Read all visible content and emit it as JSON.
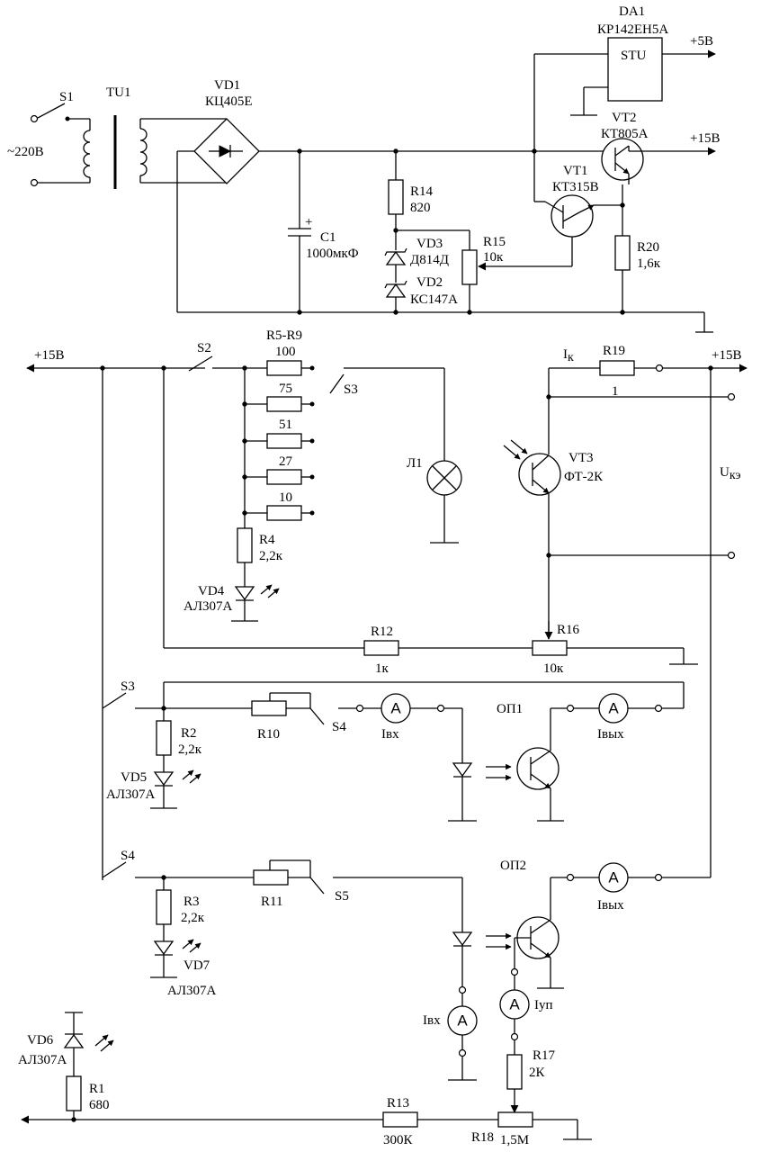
{
  "components": {
    "DA1": {
      "ref": "DA1",
      "type": "КР142ЕН5А",
      "block": "STU"
    },
    "S1": {
      "ref": "S1"
    },
    "mains": {
      "label": "~220В"
    },
    "TU1": {
      "ref": "TU1"
    },
    "VD1": {
      "ref": "VD1",
      "type": "КЦ405Е"
    },
    "C1": {
      "ref": "C1",
      "value": "1000мкФ",
      "polarity": "+"
    },
    "R14": {
      "ref": "R14",
      "value": "820"
    },
    "VD3": {
      "ref": "VD3",
      "type": "Д814Д"
    },
    "VD2": {
      "ref": "VD2",
      "type": "КС147А"
    },
    "R15": {
      "ref": "R15",
      "value": "10к"
    },
    "VT1": {
      "ref": "VT1",
      "type": "КТ315В"
    },
    "VT2": {
      "ref": "VT2",
      "type": "КТ805А"
    },
    "R20": {
      "ref": "R20",
      "value": "1,6к"
    },
    "out5": {
      "label": "+5В"
    },
    "out15a": {
      "label": "+15В"
    },
    "S2": {
      "ref": "S2"
    },
    "rail_left": {
      "label": "+15В"
    },
    "R5R9": {
      "ref": "R5-R9",
      "values": [
        "100",
        "75",
        "51",
        "27",
        "10"
      ]
    },
    "S3a": {
      "ref": "S3"
    },
    "L1": {
      "ref": "Л1"
    },
    "R4": {
      "ref": "R4",
      "value": "2,2к"
    },
    "VD4": {
      "ref": "VD4",
      "type": "АЛ307А"
    },
    "Ik": {
      "label": "I",
      "sub": "к"
    },
    "R19": {
      "ref": "R19",
      "value": "1"
    },
    "rail_right": {
      "label": "+15В"
    },
    "VT3": {
      "ref": "VT3",
      "type": "ФТ-2К"
    },
    "Uke": {
      "label": "U",
      "sub": "кэ"
    },
    "R12": {
      "ref": "R12",
      "value": "1к"
    },
    "R16": {
      "ref": "R16",
      "value": "10к"
    },
    "S3b": {
      "ref": "S3"
    },
    "R2": {
      "ref": "R2",
      "value": "2,2к"
    },
    "VD5": {
      "ref": "VD5",
      "type": "АЛ307А"
    },
    "R10": {
      "ref": "R10"
    },
    "S4a": {
      "ref": "S4"
    },
    "meter": {
      "symbol": "A"
    },
    "Ivx": {
      "label": "Iвх"
    },
    "OP1": {
      "ref": "ОП1"
    },
    "Ivyx": {
      "label": "Iвых"
    },
    "S4b": {
      "ref": "S4"
    },
    "R3": {
      "ref": "R3",
      "value": "2,2к"
    },
    "VD7": {
      "ref": "VD7",
      "type": "АЛ307А"
    },
    "R11": {
      "ref": "R11"
    },
    "S5": {
      "ref": "S5"
    },
    "OP2": {
      "ref": "ОП2"
    },
    "Iup": {
      "label": "Iуп"
    },
    "R17": {
      "ref": "R17",
      "value": "2К"
    },
    "VD6": {
      "ref": "VD6",
      "type": "АЛ307А"
    },
    "R1": {
      "ref": "R1",
      "value": "680"
    },
    "R13": {
      "ref": "R13",
      "value": "300К"
    },
    "R18": {
      "ref": "R18",
      "value": "1,5М"
    }
  }
}
